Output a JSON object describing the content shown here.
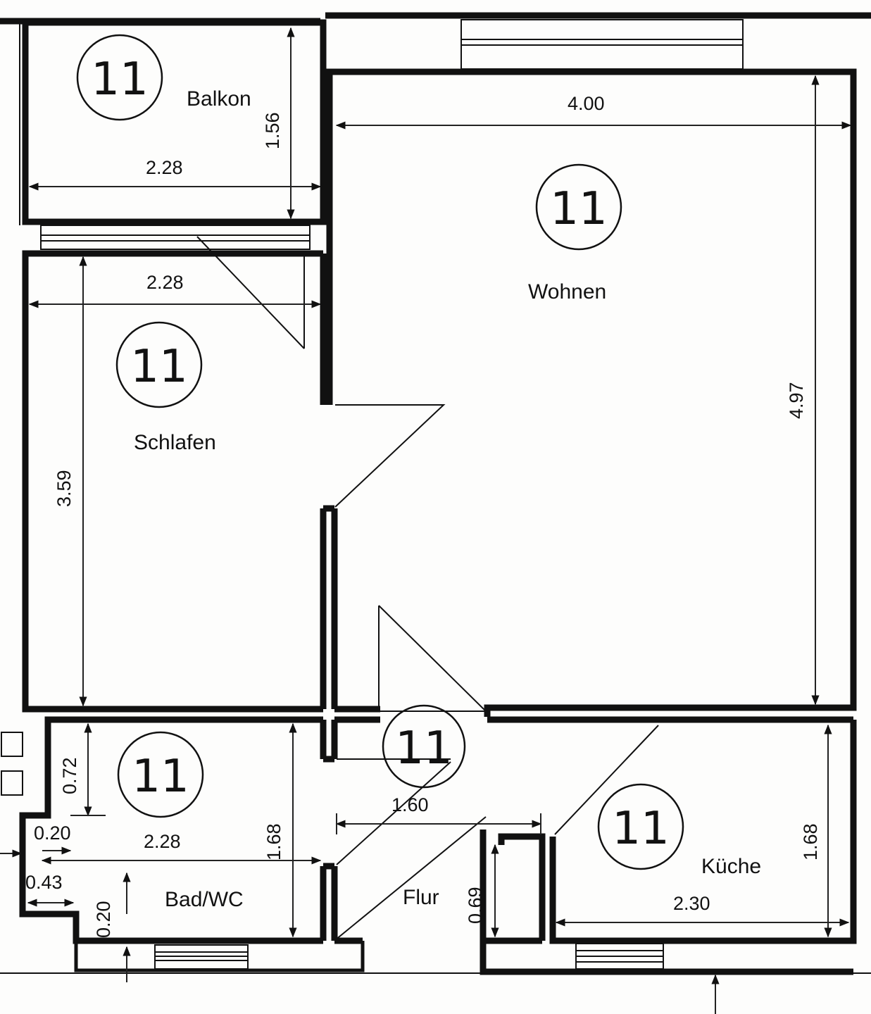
{
  "plan": {
    "marker": "11",
    "rooms": {
      "balkon": "Balkon",
      "wohnen": "Wohnen",
      "schlafen": "Schlafen",
      "bad": "Bad/WC",
      "kueche": "Küche",
      "flur": "Flur"
    },
    "dims": {
      "balkon_w": "2.28",
      "balkon_h": "1.56",
      "wohnen_w": "4.00",
      "wohnen_h": "4.97",
      "schlafen_w": "2.28",
      "schlafen_h": "3.59",
      "bad_w": "2.28",
      "bad_h": "1.68",
      "bad_step_h": "0.72",
      "bad_020_a": "0.20",
      "bad_043": "0.43",
      "bad_020_b": "0.20",
      "flur_w": "1.60",
      "kueche_w": "2.30",
      "kueche_h": "1.68",
      "kueche_niche": "0.69"
    }
  }
}
